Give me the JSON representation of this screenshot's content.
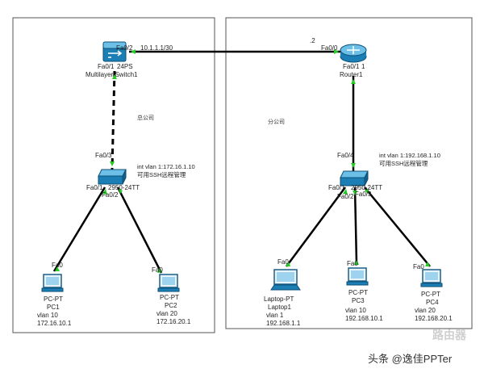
{
  "areas": {
    "hq": {
      "label": "总公司"
    },
    "branch": {
      "label": "分公司"
    }
  },
  "links": {
    "wan": {
      "subnet": "10.1.1.1/30",
      "router_ip": ".2"
    }
  },
  "devices": {
    "mls": {
      "name": "Multilayer Switch1",
      "model_tag": "24PS",
      "ports": {
        "uplink": "Fa0/2",
        "down": "Fa0/1"
      },
      "icon": "multilayer-switch-icon"
    },
    "router": {
      "name": "Router1",
      "model_tag": "1",
      "ports": {
        "wan": "Fa0/0",
        "lan": "Fa0/1"
      },
      "icon": "router-icon"
    },
    "sw_hq": {
      "ports": {
        "up": "Fa0/3",
        "left": "Fa0/1",
        "right": "Fa0/2",
        "model": "2950-24TT"
      },
      "note": {
        "line1": "int vlan 1:172.16.1.10",
        "line2": "可用SSH远程管理"
      },
      "icon": "switch-icon"
    },
    "sw_br": {
      "ports": {
        "up": "Fa0/4",
        "p1": "Fa0/1",
        "p2": "Fa0/2",
        "p3": "Fa0/3",
        "model": "2950-24TT"
      },
      "note": {
        "line1": "int vlan 1:192.168.1.10",
        "line2": "可用SSH远程管理"
      },
      "icon": "switch-icon"
    },
    "pc1": {
      "port": "Fa0",
      "type": "PC-PT",
      "name": "PC1",
      "vlan": "vlan 10",
      "ip": "172.16.10.1",
      "icon": "pc-icon"
    },
    "pc2": {
      "port": "Fa0",
      "type": "PC-PT",
      "name": "PC2",
      "vlan": "vlan 20",
      "ip": "172.16.20.1",
      "icon": "pc-icon"
    },
    "laptop1": {
      "port": "Fa0",
      "type": "Laptop-PT",
      "name": "Laptop1",
      "vlan": "vlan 1",
      "ip": "192.168.1.1",
      "icon": "laptop-icon"
    },
    "pc3": {
      "port": "Fa0",
      "type": "PC-PT",
      "name": "PC3",
      "vlan": "vlan 10",
      "ip": "192.168.10.1",
      "icon": "pc-icon"
    },
    "pc4": {
      "port": "Fa0",
      "type": "PC-PT",
      "name": "PC4",
      "vlan": "vlan 20",
      "ip": "192.168.20.1",
      "icon": "pc-icon"
    }
  },
  "watermark": {
    "logo": "路由器",
    "credit": "头条 @逸佳PPTer"
  },
  "colors": {
    "link": "#000000",
    "port_up": "#22cc22",
    "area_border": "#555555",
    "device": "#1b7fb5"
  }
}
